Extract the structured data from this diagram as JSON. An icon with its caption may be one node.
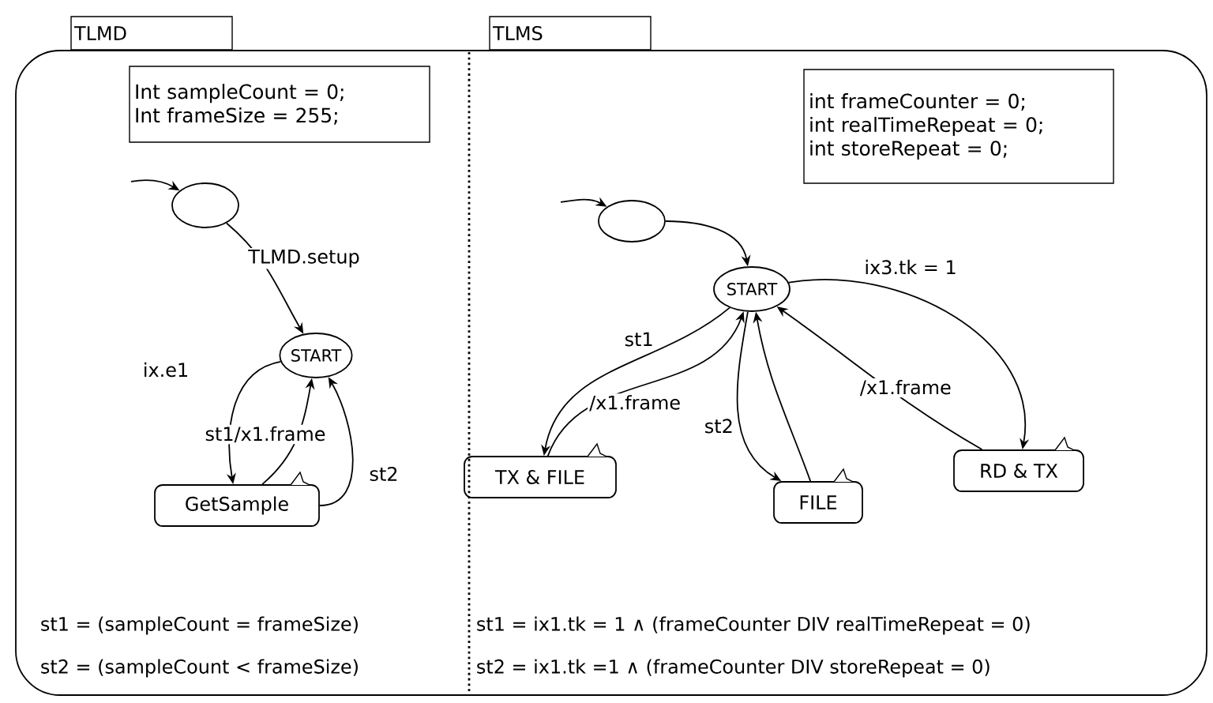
{
  "diagram": {
    "nodes": [
      {
        "text": [
          "TLMD"
        ]
      },
      {
        "text": [
          "Int sampleCount = 0;",
          "Int frameSize = 255;"
        ]
      },
      {
        "text": [],
        "shape": "circle"
      },
      {
        "text": [
          "START"
        ]
      },
      {
        "text": [
          "GetSample"
        ]
      },
      {
        "text": [
          "TLMS"
        ]
      },
      {
        "text": [
          "int frameCounter = 0;",
          "int realTimeRepeat = 0;",
          "int storeRepeat = 0;"
        ]
      },
      {
        "text": [],
        "shape": "circle"
      },
      {
        "text": [
          "START"
        ]
      },
      {
        "text": [
          "TX & FILE"
        ]
      },
      {
        "text": [
          "FILE"
        ]
      },
      {
        "text": [
          "RD & TX"
        ]
      }
    ],
    "edges": [
      {
        "from": null,
        "to": 2,
        "arrow": "to"
      },
      {
        "from": 2,
        "to": 3,
        "arrow": "to",
        "label": "TLMD.setup"
      },
      {
        "from": 3,
        "to": 4,
        "arrow": "to",
        "label": "ix.e1"
      },
      {
        "from": 4,
        "to": 3,
        "arrow": "to",
        "label": "st1/x1.frame"
      },
      {
        "from": 4,
        "to": 3,
        "arrow": "to",
        "label": "st2"
      },
      {
        "from": null,
        "to": 7,
        "arrow": "to"
      },
      {
        "from": 7,
        "to": 8,
        "arrow": "to"
      },
      {
        "from": 8,
        "to": 9,
        "arrow": "to",
        "label": "st1"
      },
      {
        "from": 9,
        "to": 8,
        "arrow": "to",
        "label": "/x1.frame"
      },
      {
        "from": 8,
        "to": 10,
        "arrow": "to",
        "label": "st2"
      },
      {
        "from": 10,
        "to": 8,
        "arrow": "to"
      },
      {
        "from": 8,
        "to": 11,
        "arrow": "to",
        "label": "ix3.tk = 1"
      },
      {
        "from": 11,
        "to": 8,
        "arrow": "to",
        "label": "/x1.frame"
      }
    ],
    "labels": [
      "st1 = (sampleCount = frameSize)",
      "st1 = ix1.tk = 1 ∧ (frameCounter DIV realTimeRepeat = 0)",
      "st2 = (sampleCount < frameSize)",
      "st2 = ix1.tk =1 ∧ (frameCounter DIV storeRepeat = 0)"
    ]
  }
}
